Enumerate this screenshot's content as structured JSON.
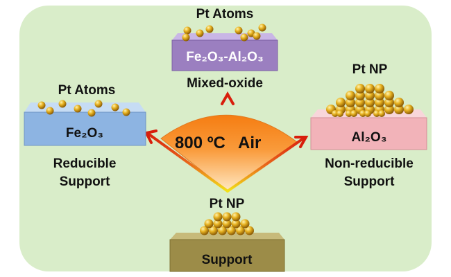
{
  "center": {
    "temperature": "800 ºC",
    "atmosphere": "Air"
  },
  "top": {
    "title": "Pt Atoms",
    "box_label": "Fe₂O₃-Al₂O₃",
    "caption": "Mixed-oxide"
  },
  "left": {
    "title": "Pt Atoms",
    "box_label": "Fe₂O₃",
    "caption_line1": "Reducible",
    "caption_line2": "Support"
  },
  "right": {
    "title": "Pt NP",
    "box_label": "Al₂O₃",
    "caption_line1": "Non-reducible",
    "caption_line2": "Support"
  },
  "bottom": {
    "title": "Pt NP",
    "box_label": "Support"
  },
  "colors": {
    "background": "#d9edc9",
    "arrow": "#d81e0c",
    "fan": "#f7861c",
    "sphere": "#e0a81a",
    "top_box": "#9b7fc0",
    "left_box": "#8db4e2",
    "right_box": "#f2b3b9",
    "bottom_box": "#9c8c48"
  }
}
